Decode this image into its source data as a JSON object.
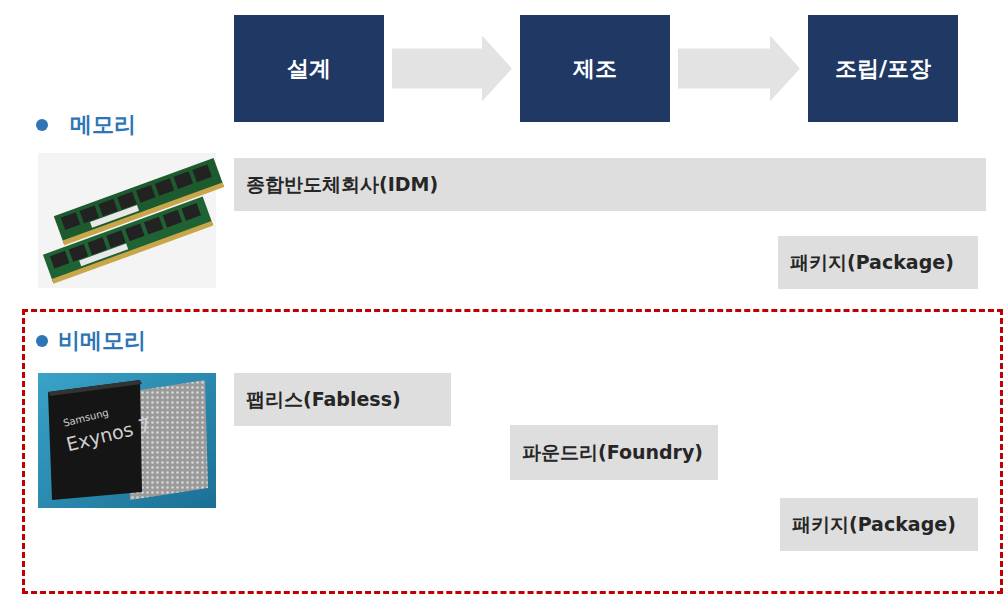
{
  "diagram": {
    "nodes": [
      {
        "text": [
          "설계"
        ]
      },
      {
        "text": [
          "제조"
        ]
      },
      {
        "text": [
          "조립/포장"
        ]
      },
      {
        "text": [
          "종합반도체회사(IDM)"
        ]
      },
      {
        "text": [
          "패키지(Package)"
        ]
      },
      {
        "text": [
          "비메모리"
        ]
      },
      {
        "text": [
          "팹리스(Fabless)"
        ],
        "in": 5
      },
      {
        "text": [
          "파운드리(Foundry)"
        ],
        "in": 5
      },
      {
        "text": [
          "패키지(Package)"
        ],
        "in": 5
      }
    ],
    "edges": [
      {
        "from": 0,
        "to": 1,
        "arrow": "to"
      },
      {
        "from": 1,
        "to": 2,
        "arrow": "to"
      }
    ],
    "labels": [
      "메모리",
      "Samsung",
      "Exynos 7"
    ]
  }
}
